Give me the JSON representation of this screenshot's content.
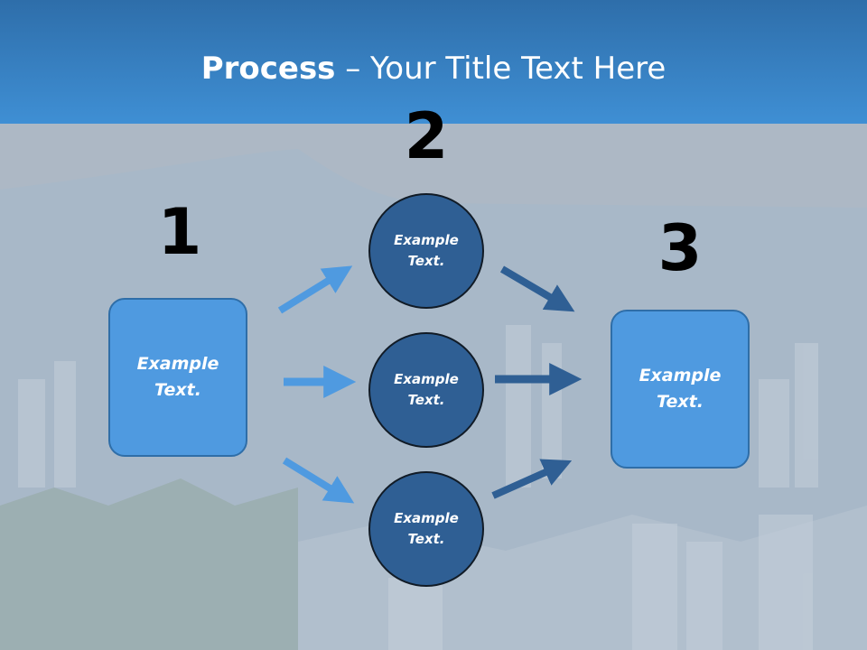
{
  "slide": {
    "title_bold": "Process",
    "title_rest": " – Your Title Text Here"
  },
  "steps": {
    "step1": {
      "number": "1",
      "text": "Example Text."
    },
    "step2": {
      "number": "2",
      "nodes": [
        {
          "text": "Example Text."
        },
        {
          "text": "Example Text."
        },
        {
          "text": "Example Text."
        }
      ]
    },
    "step3": {
      "number": "3",
      "text": "Example Text."
    }
  },
  "colors": {
    "header": "#3f8fd4",
    "box_fill": "#4f9ae0",
    "circle_fill": "#2f5f94",
    "arrow_light": "#4f9ae0",
    "arrow_dark": "#2f5f94"
  }
}
